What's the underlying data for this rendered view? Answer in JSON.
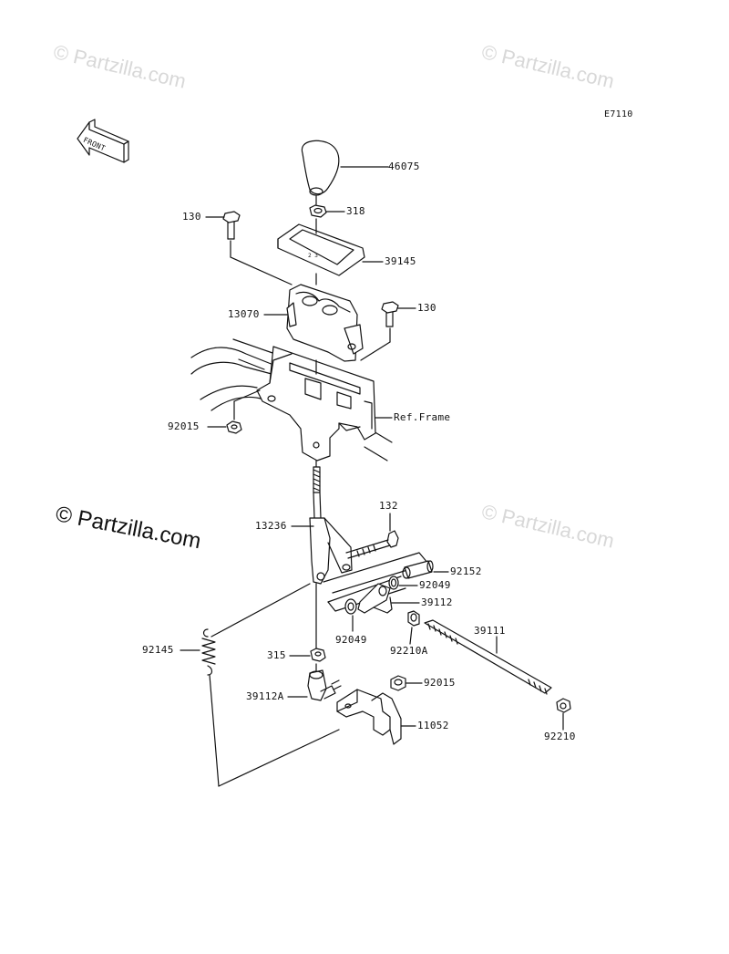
{
  "diagram_code": "E7110",
  "front_label": "FRONT",
  "watermarks": [
    "© Partzilla.com",
    "© Partzilla.com",
    "© Partzilla.com"
  ],
  "watermark_main": "© Partzilla.com",
  "parts": {
    "p46075": "46075",
    "p318": "318",
    "p130_left": "130",
    "p39145": "39145",
    "p130_right": "130",
    "p13070": "13070",
    "p92015_top": "92015",
    "ref_frame": "Ref.Frame",
    "p132": "132",
    "p13236": "13236",
    "p92152": "92152",
    "p92049_right": "92049",
    "p39112": "39112",
    "p92049_left": "92049",
    "p92210A": "92210A",
    "p39111": "39111",
    "p92145": "92145",
    "p315": "315",
    "p39112A": "39112A",
    "p92015_bottom": "92015",
    "p11052": "11052",
    "p92210": "92210"
  }
}
